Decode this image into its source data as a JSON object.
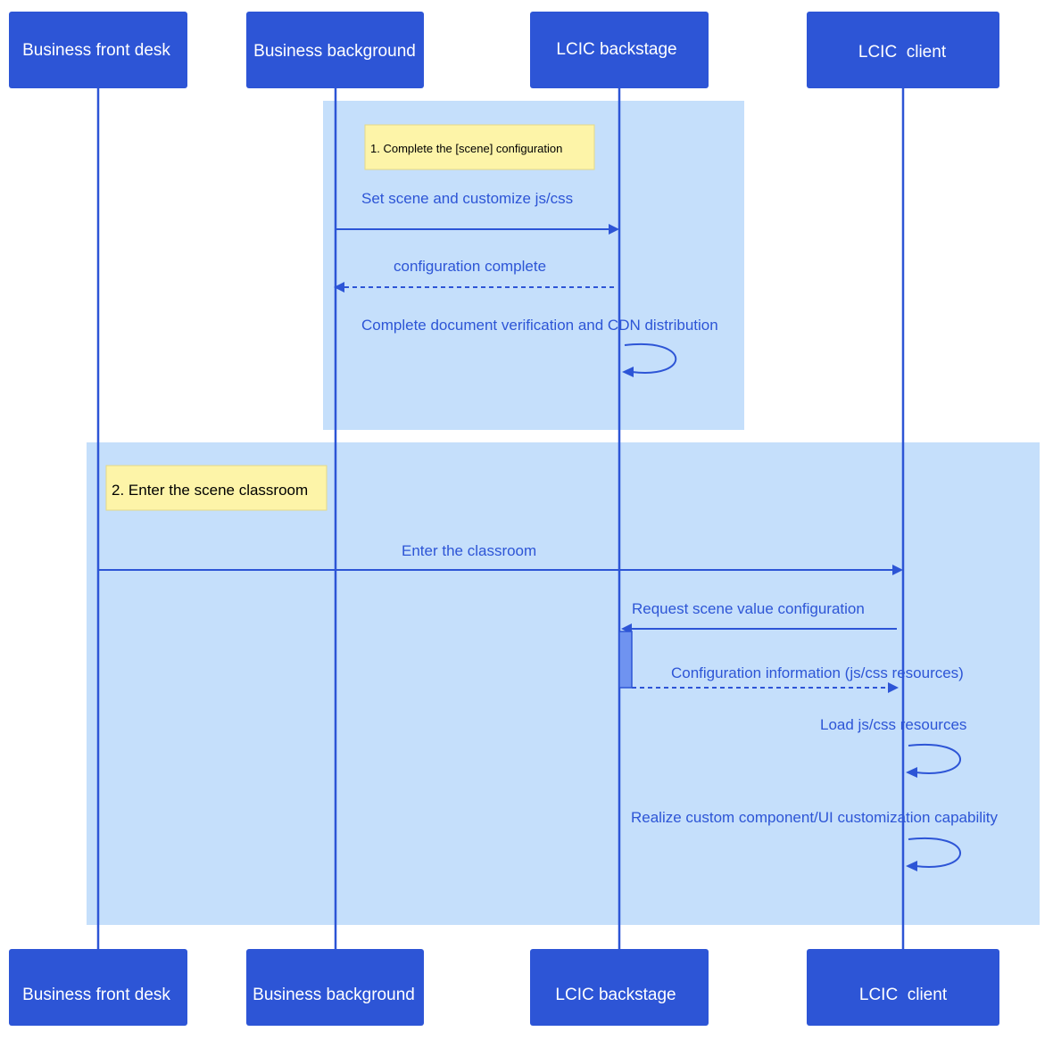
{
  "actors": [
    {
      "id": "front",
      "label": "Business front desk"
    },
    {
      "id": "background",
      "label": "Business background"
    },
    {
      "id": "backstage",
      "label": "LCIC backstage"
    },
    {
      "id": "client",
      "label": "LCIC  client"
    }
  ],
  "sections": [
    {
      "note": "1. Complete the [scene] configuration",
      "messages": [
        {
          "text": "Set scene and customize js/css",
          "from": "background",
          "to": "backstage",
          "style": "solid"
        },
        {
          "text": "configuration complete",
          "from": "backstage",
          "to": "background",
          "style": "dashed"
        },
        {
          "text": "Complete document verification and CDN distribution",
          "from": "backstage",
          "to": "backstage",
          "style": "self"
        }
      ]
    },
    {
      "note": "2. Enter the scene classroom",
      "messages": [
        {
          "text": "Enter the classroom",
          "from": "front",
          "to": "client",
          "style": "solid"
        },
        {
          "text": "Request scene value configuration",
          "from": "client",
          "to": "backstage",
          "style": "solid"
        },
        {
          "text": "Configuration information (js/css resources)",
          "from": "backstage",
          "to": "client",
          "style": "dashed"
        },
        {
          "text": "Load js/css resources",
          "from": "client",
          "to": "client",
          "style": "self"
        },
        {
          "text": "Realize custom component/UI customization capability",
          "from": "client",
          "to": "client",
          "style": "self"
        }
      ]
    }
  ]
}
